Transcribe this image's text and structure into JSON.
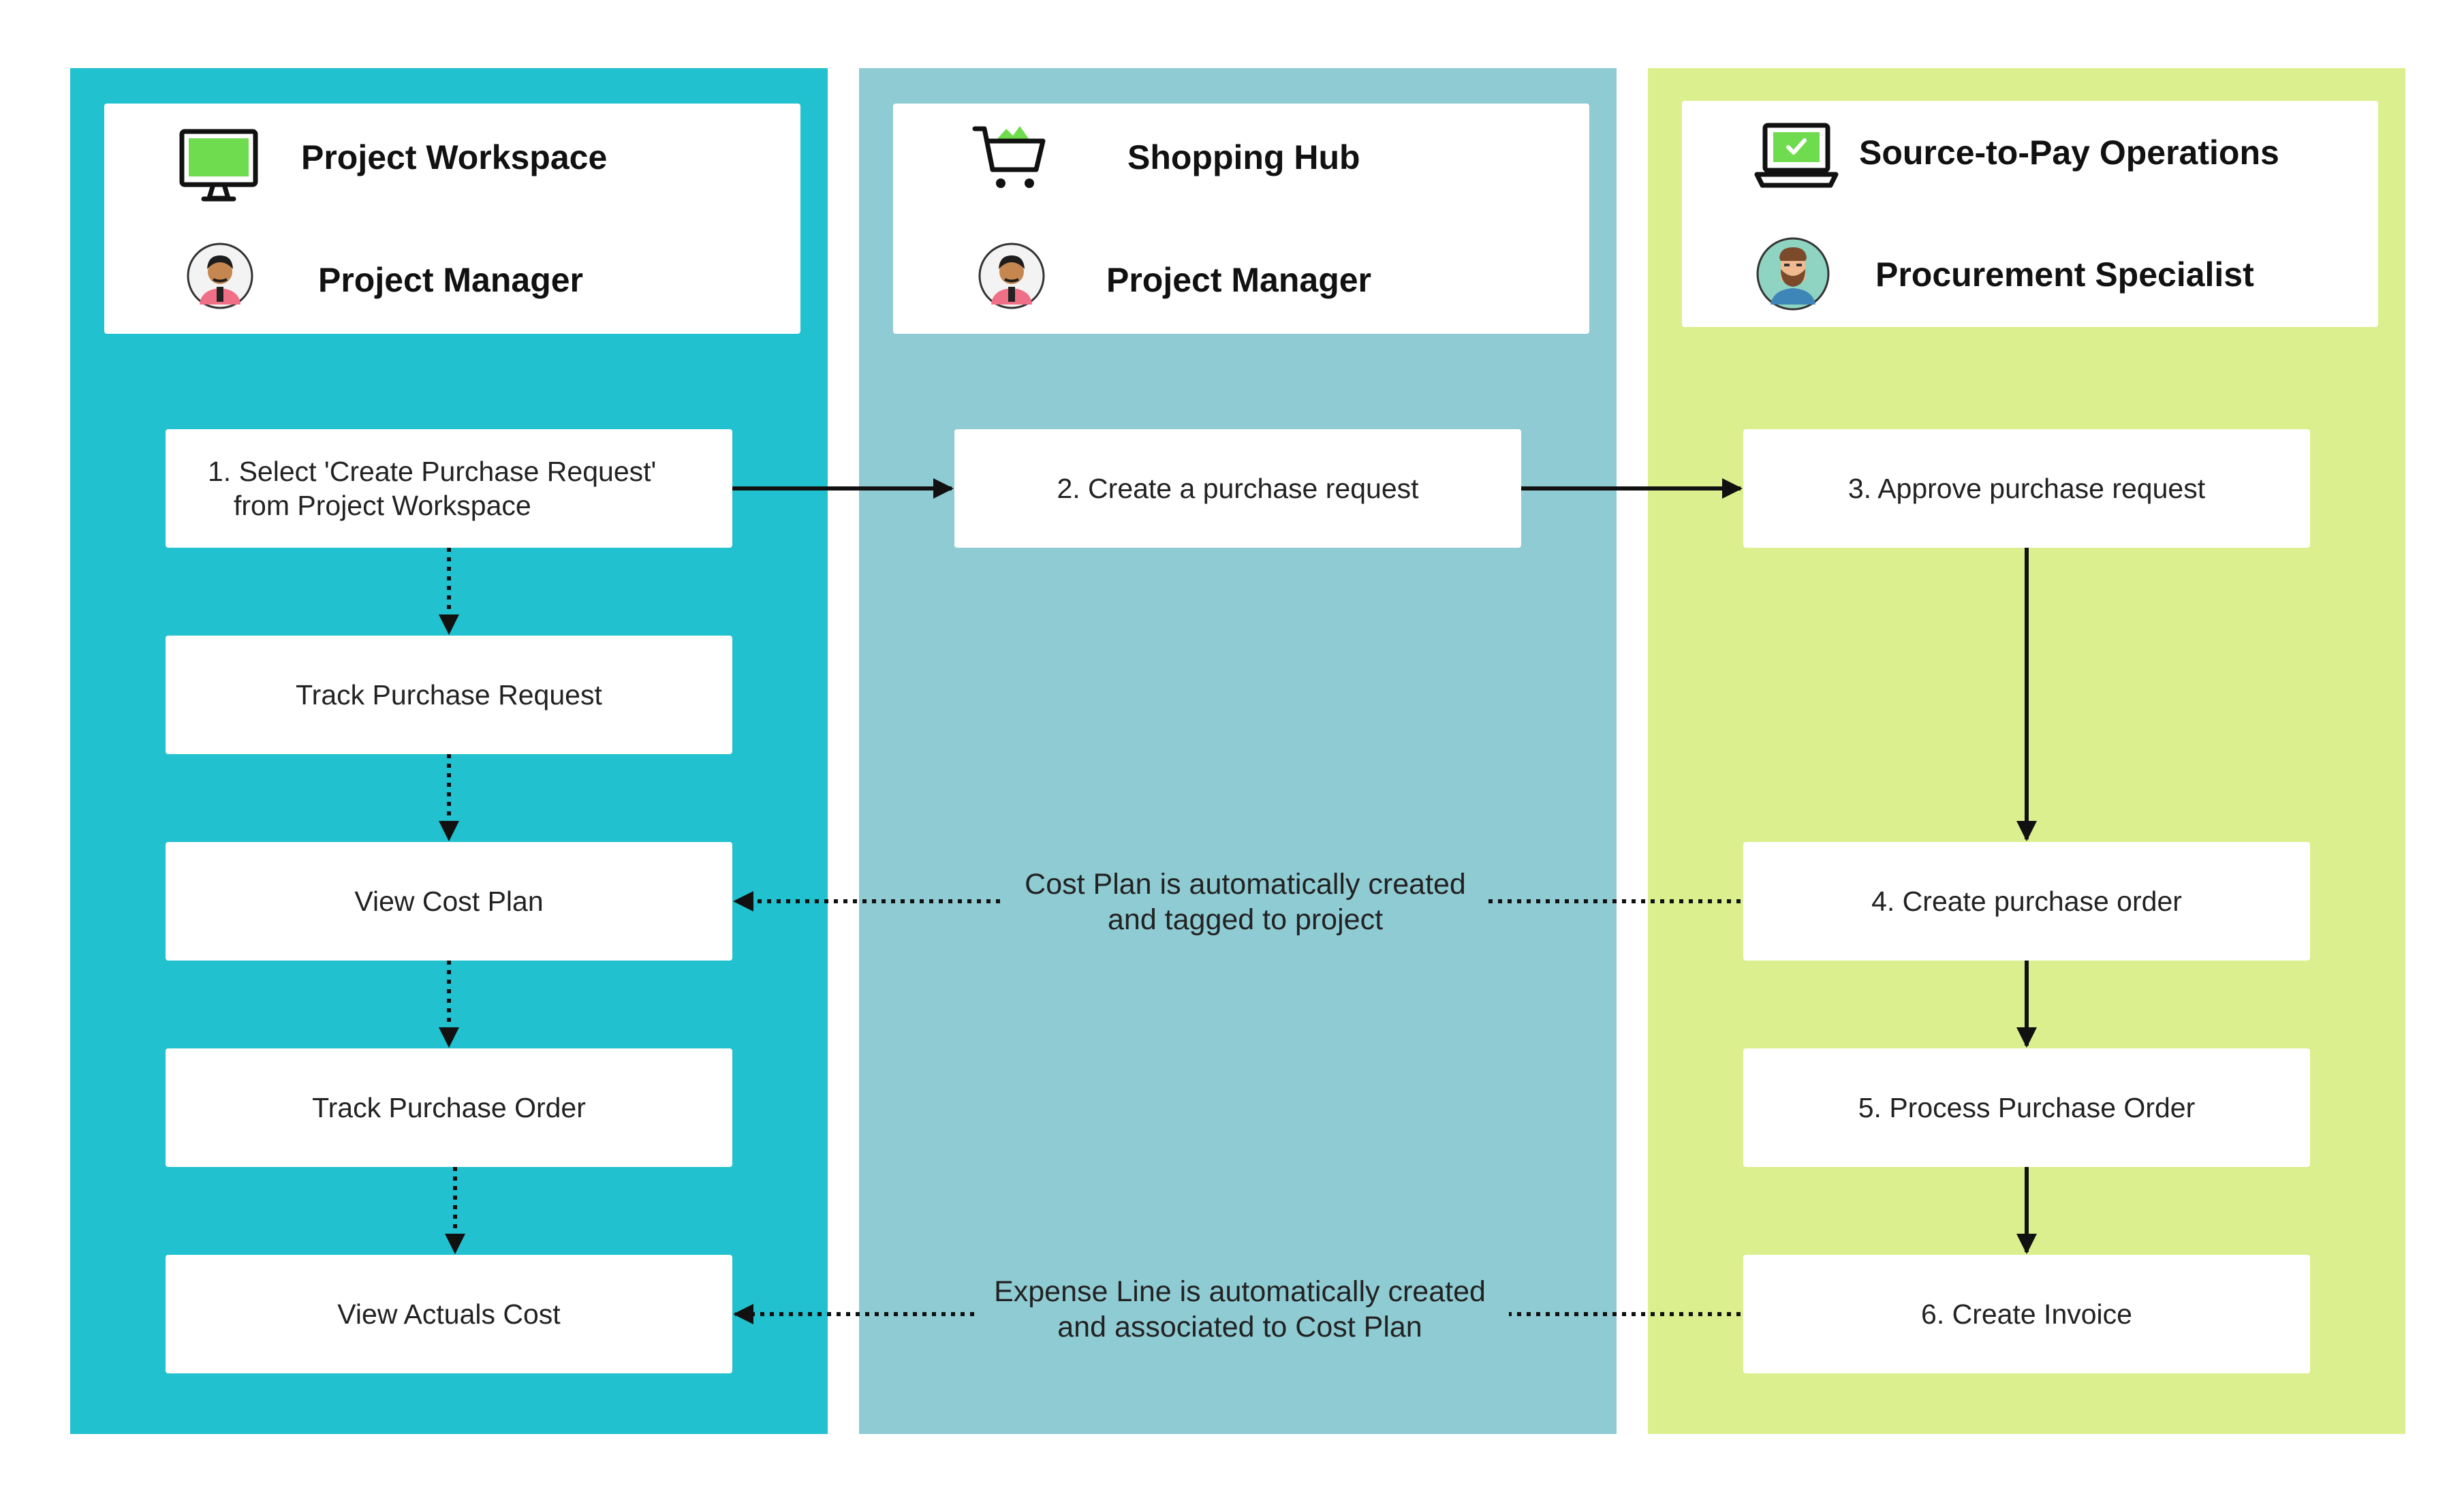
{
  "lanes": [
    {
      "title": "Project Workspace",
      "role": "Project Manager",
      "icon": "monitor-icon",
      "color": "#22c1cf"
    },
    {
      "title": "Shopping Hub",
      "role": "Project Manager",
      "icon": "shopping-cart-icon",
      "color": "#8fcbd3"
    },
    {
      "title": "Source-to-Pay Operations",
      "role": "Procurement Specialist",
      "icon": "laptop-check-icon",
      "color": "#dbef8e"
    }
  ],
  "steps": {
    "select_line1": "1. Select 'Create Purchase Request'",
    "select_line2": "from Project Workspace",
    "track_pr": "Track Purchase Request",
    "view_cost_plan": "View Cost Plan",
    "track_po": "Track Purchase Order",
    "view_actuals": "View Actuals Cost",
    "create_pr": "2. Create a purchase request",
    "approve_pr": "3. Approve purchase request",
    "create_po": "4. Create purchase order",
    "process_po": "5. Process Purchase Order",
    "create_invoice": "6. Create Invoice"
  },
  "notes": {
    "cost_plan_line1": "Cost Plan is automatically created",
    "cost_plan_line2": "and tagged to project",
    "expense_line1": "Expense Line is automatically created",
    "expense_line2": "and associated to Cost Plan"
  },
  "icons": [
    "monitor-icon",
    "shopping-cart-icon",
    "laptop-check-icon",
    "person-avatar-icon",
    "bearded-person-avatar-icon"
  ]
}
